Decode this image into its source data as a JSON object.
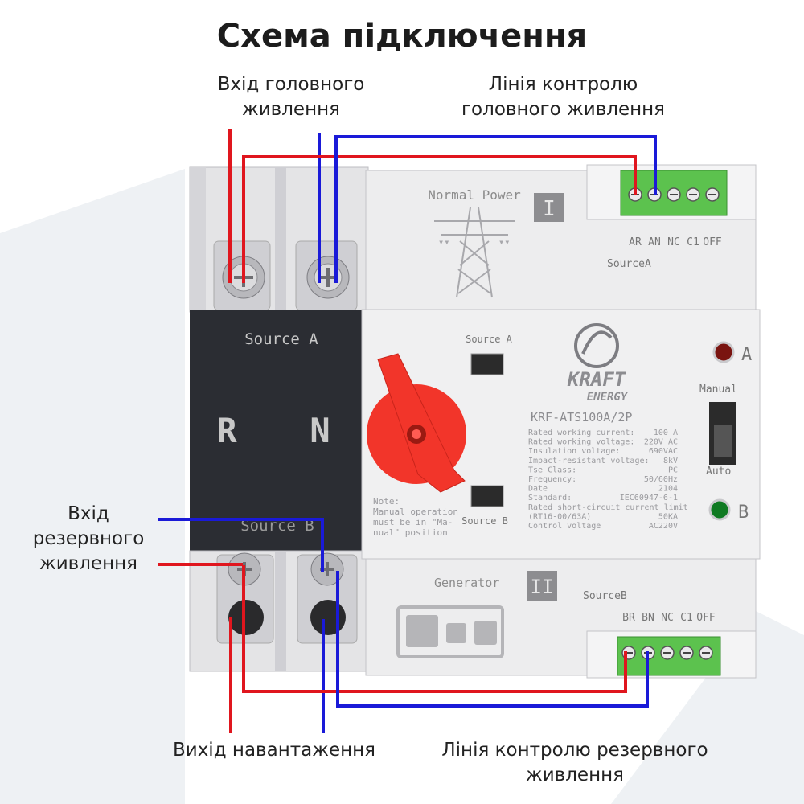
{
  "title": "Схема підключення",
  "labels": {
    "main_input": [
      "Вхід головного",
      "живлення"
    ],
    "main_control": [
      "Лінія контролю",
      "головного живлення"
    ],
    "backup_input": [
      "Вхід",
      "резервного",
      "живлення"
    ],
    "load_output": [
      "Вихід навантаження"
    ],
    "backup_control": [
      "Лінія контролю резервного",
      "живлення"
    ]
  },
  "device": {
    "normal_power": "Normal Power",
    "roman_1": "I",
    "roman_2": "II",
    "terminal_top": [
      "AR",
      "AN",
      "NC",
      "C1",
      "OFF"
    ],
    "terminal_bottom": [
      "BR",
      "BN",
      "NC",
      "C1",
      "OFF"
    ],
    "source_a_top": "SourceA",
    "source_b_bottom": "SourceB",
    "source_a_block": "Source A",
    "source_b_block": "Source B",
    "phase": "R",
    "neutral": "N",
    "window_a": "Source A",
    "window_b": "Source B",
    "brand_1": "KRAFT",
    "brand_2": "ENERGY",
    "model": "KRF-ATS100A/2P",
    "specs": [
      [
        "Rated working current:",
        "100 A"
      ],
      [
        "Rated working voltage:",
        "220V AC"
      ],
      [
        "Insulation voltage:",
        "690VAC"
      ],
      [
        "Impact-resistant voltage:",
        "8kV"
      ],
      [
        "Tse Class:",
        "PC"
      ],
      [
        "Frequency:",
        "50/60Hz"
      ],
      [
        "Date",
        "2104"
      ],
      [
        "Standard:",
        "IEC60947-6-1"
      ],
      [
        "Rated short-circuit current limit",
        ""
      ],
      [
        "(RT16-00/63A)",
        "50KA"
      ],
      [
        "Control voltage",
        "AC220V"
      ]
    ],
    "note": [
      "Note:",
      "Manual operation",
      "must be in \"Ma-",
      "nual\" position"
    ],
    "indicator_a": "A",
    "indicator_b": "B",
    "manual": "Manual",
    "auto": "Auto",
    "generator": "Generator"
  },
  "colors": {
    "phase_wire": "#e0161e",
    "neutral_wire": "#1a1ad8",
    "terminal_green": "#5cc24e",
    "handle_red": "#f2352a"
  }
}
